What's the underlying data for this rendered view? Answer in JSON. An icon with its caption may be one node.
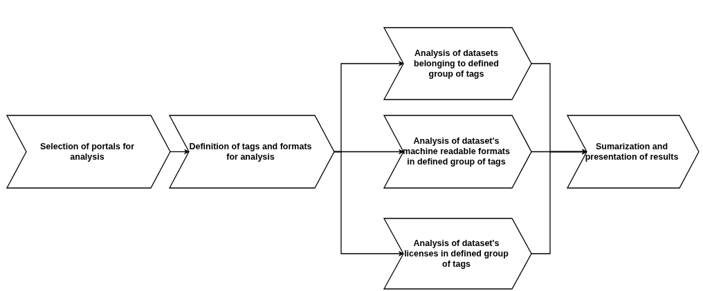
{
  "diagram": {
    "nodes": [
      {
        "text": [
          "Selection of portals for analysis"
        ]
      },
      {
        "text": [
          "Definition of tags and formats for analysis"
        ]
      },
      {
        "text": [
          "Analysis of datasets belonging to defined group of tags"
        ]
      },
      {
        "text": [
          "Analysis of dataset's machine readable formats in defined group of tags"
        ]
      },
      {
        "text": [
          "Analysis of dataset's licenses in defined group of tags"
        ]
      },
      {
        "text": [
          "Sumarization and presentation of results"
        ]
      }
    ],
    "edges": [
      {
        "from": 0,
        "to": 1,
        "arrow": "to"
      },
      {
        "from": 1,
        "to": 2,
        "arrow": "to"
      },
      {
        "from": 1,
        "to": 3,
        "arrow": "to"
      },
      {
        "from": 1,
        "to": 4,
        "arrow": "to"
      },
      {
        "from": 2,
        "to": 5,
        "arrow": "to"
      },
      {
        "from": 3,
        "to": 5,
        "arrow": "to"
      },
      {
        "from": 4,
        "to": 5,
        "arrow": "to"
      }
    ]
  }
}
